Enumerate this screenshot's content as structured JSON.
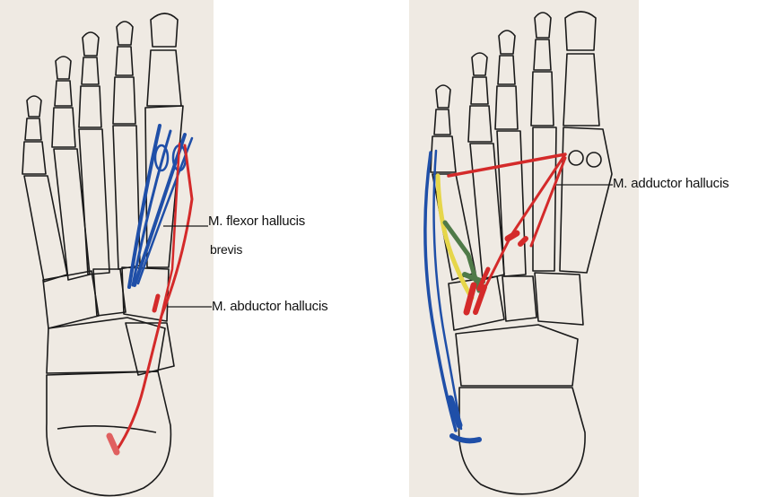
{
  "labels": {
    "flexor_line1": "M. flexor hallucis",
    "flexor_line2": "brevis",
    "abductor": "M. abductor hallucis",
    "adductor": "M. adductor hallucis"
  },
  "colors": {
    "background_paper": "#efeae3",
    "bone_outline": "#1a1a1a",
    "tendon_blue": "#1f4fa8",
    "muscle_red": "#d42a2a",
    "yellow": "#e6d64a",
    "green": "#4f7a48"
  }
}
